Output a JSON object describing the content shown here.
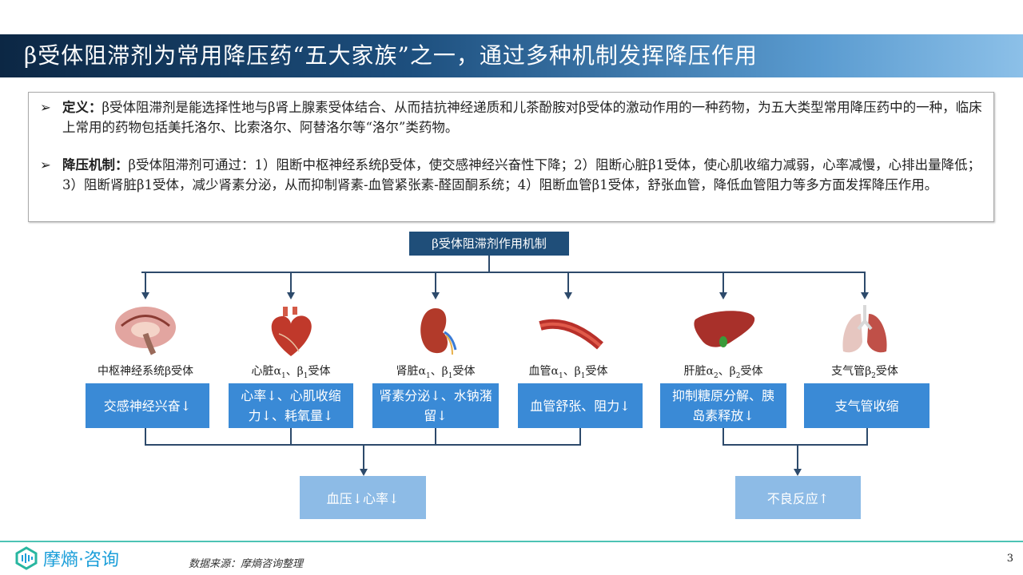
{
  "title": "β受体阻滞剂为常用降压药“五大家族”之一，通过多种机制发挥降压作用",
  "definition": {
    "label": "定义：",
    "text": "β受体阻滞剂是能选择性地与β肾上腺素受体结合、从而拮抗神经递质和儿茶酚胺对β受体的激动作用的一种药物，为五大类型常用降压药中的一种，临床上常用的药物包括美托洛尔、比索洛尔、阿替洛尔等“洛尔”类药物。"
  },
  "mechanism": {
    "label": "降压机制：",
    "text": "β受体阻滞剂可通过：1）阻断中枢神经系统β受体，使交感神经兴奋性下降；2）阻断心脏β1受体，使心肌收缩力减弱，心率减慢，心排出量降低；3）阻断肾脏β1受体，减少肾素分泌，从而抑制肾素-血管紧张素-醛固酮系统；4）阻断血管β1受体，舒张血管，降低血管阻力等多方面发挥降压作用。"
  },
  "diagram": {
    "root": "β受体阻滞剂作用机制",
    "branches": [
      {
        "organ": "brain",
        "label": "中枢神经系统β受体",
        "effect": "交感神经兴奋↓"
      },
      {
        "organ": "heart",
        "label": "心脏α1、β1受体",
        "effect": "心率↓、心肌收缩力↓、耗氧量↓"
      },
      {
        "organ": "kidney",
        "label": "肾脏α1、β1受体",
        "effect": "肾素分泌↓、水钠潴留↓"
      },
      {
        "organ": "vessel",
        "label": "血管α1、β1受体",
        "effect": "血管舒张、阻力↓"
      },
      {
        "organ": "liver",
        "label": "肝脏α2、β2受体",
        "effect": "抑制糖原分解、胰岛素释放↓"
      },
      {
        "organ": "lungs",
        "label": "支气管β2受体",
        "effect": "支气管收缩"
      }
    ],
    "outcome_left": "血压↓心率↓",
    "outcome_right": "不良反应↑"
  },
  "footer": {
    "logo": "摩熵·咨询",
    "source": "数据来源：摩熵咨询整理",
    "page": "3"
  }
}
